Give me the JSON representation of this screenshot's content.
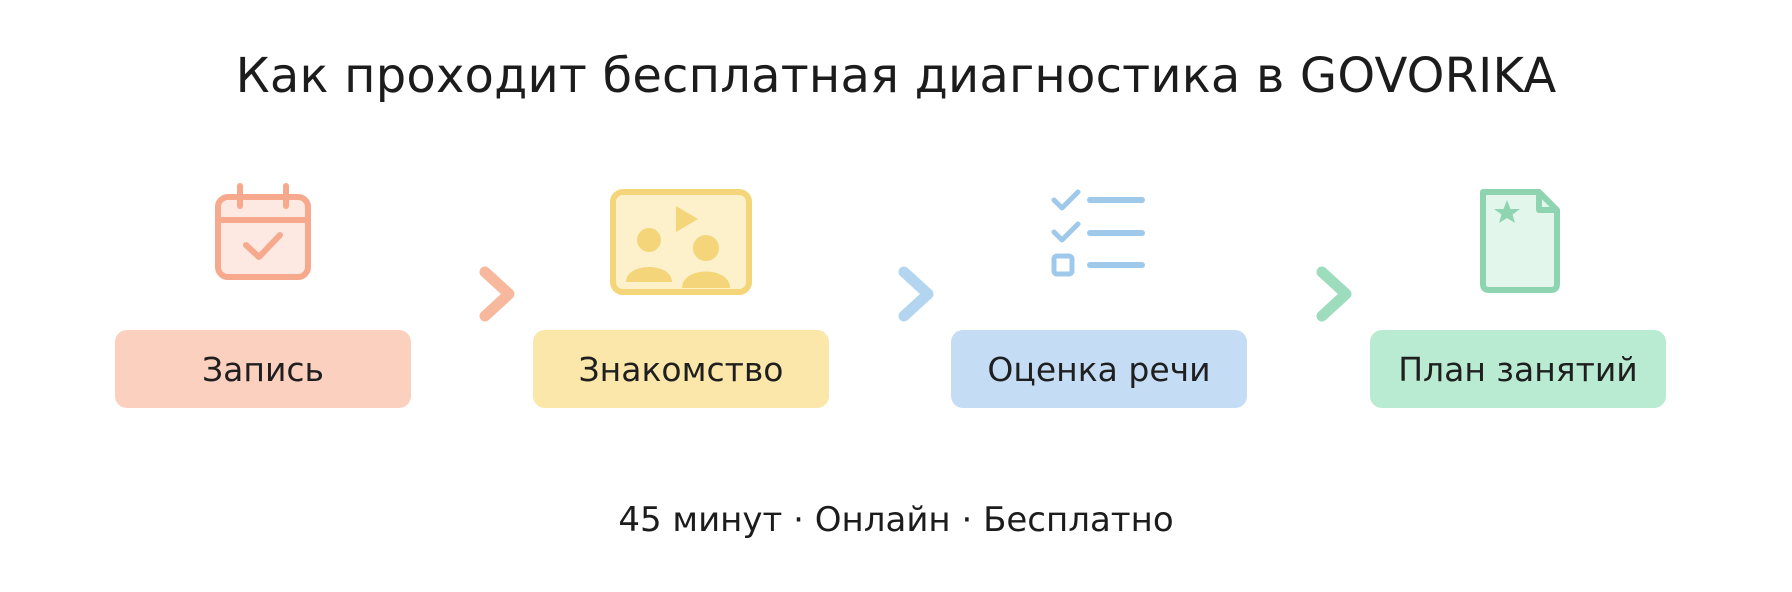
{
  "title": "Как проходит бесплатная диагностика в GOVORIKA",
  "steps": [
    {
      "label": "Запись",
      "icon": "calendar-check-icon",
      "color": "#f6a98c",
      "bg": "#fbd0bf"
    },
    {
      "label": "Знакомство",
      "icon": "video-call-icon",
      "color": "#f5d57a",
      "bg": "#fbe7aa"
    },
    {
      "label": "Оценка речи",
      "icon": "checklist-icon",
      "color": "#9fc9ea",
      "bg": "#c4ddf5"
    },
    {
      "label": "План занятий",
      "icon": "document-star-icon",
      "color": "#8ed4b0",
      "bg": "#b9ebd2"
    }
  ],
  "arrows": [
    {
      "icon": "arrow-right-icon",
      "from": "#fbd0bf",
      "to": "#f7b89d"
    },
    {
      "icon": "arrow-right-icon",
      "from": "#fbe7aa",
      "to": "#b3d5ef"
    },
    {
      "icon": "arrow-right-icon",
      "from": "#bfe8d6",
      "to": "#9ddcbc"
    }
  ],
  "footer": "45 минут · Онлайн · Бесплатно"
}
